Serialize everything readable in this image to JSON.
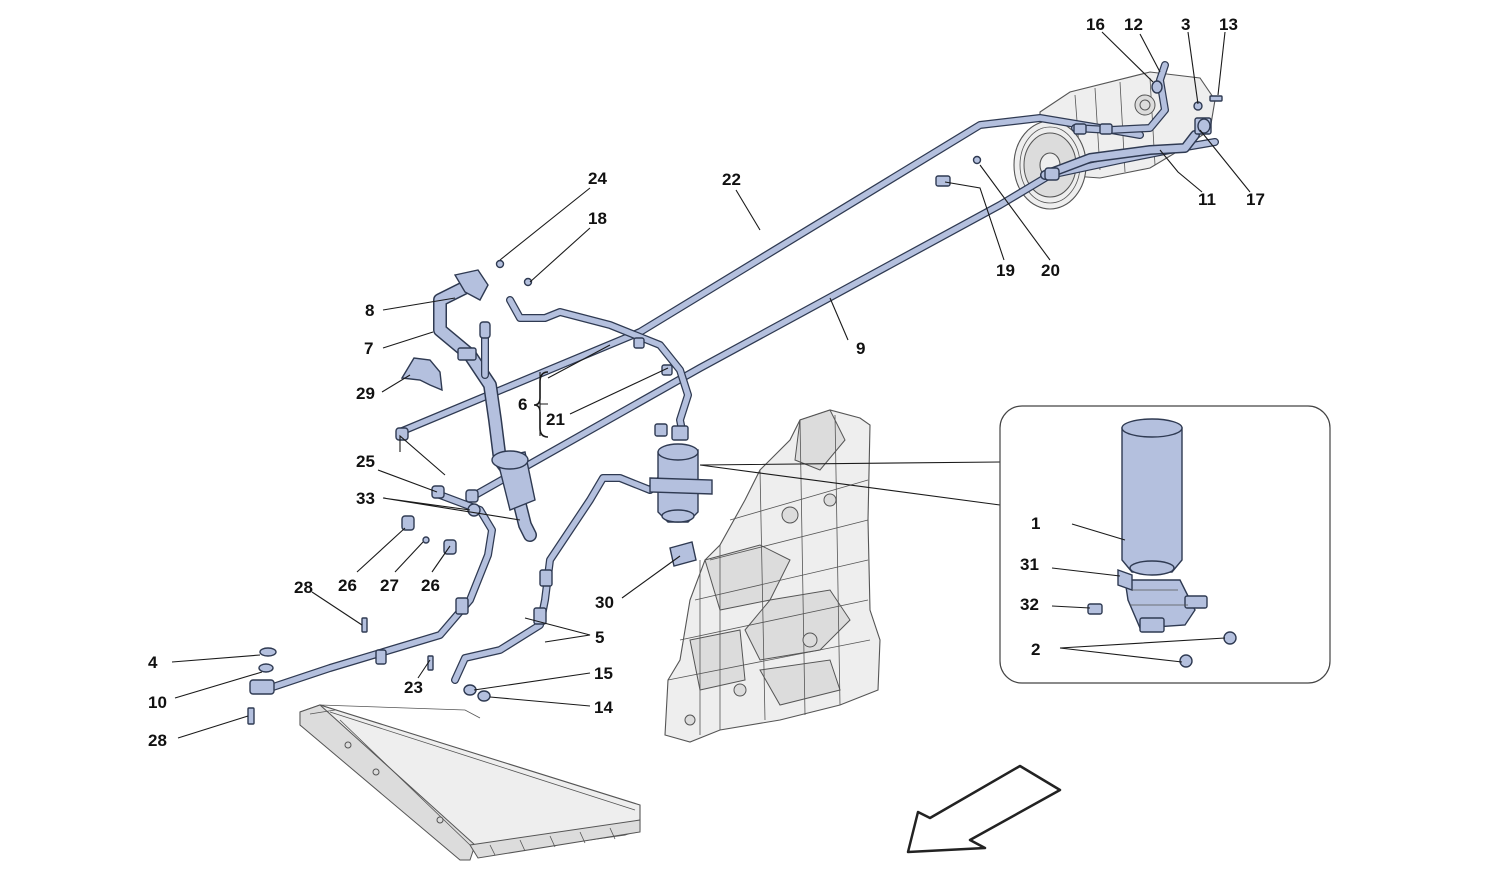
{
  "callouts": [
    {
      "id": "c1",
      "label": "1"
    },
    {
      "id": "c2",
      "label": "2"
    },
    {
      "id": "c3",
      "label": "3"
    },
    {
      "id": "c4",
      "label": "4"
    },
    {
      "id": "c5",
      "label": "5"
    },
    {
      "id": "c6",
      "label": "6"
    },
    {
      "id": "c7",
      "label": "7"
    },
    {
      "id": "c8",
      "label": "8"
    },
    {
      "id": "c9",
      "label": "9"
    },
    {
      "id": "c10",
      "label": "10"
    },
    {
      "id": "c11",
      "label": "11"
    },
    {
      "id": "c12",
      "label": "12"
    },
    {
      "id": "c13",
      "label": "13"
    },
    {
      "id": "c14",
      "label": "14"
    },
    {
      "id": "c15",
      "label": "15"
    },
    {
      "id": "c16",
      "label": "16"
    },
    {
      "id": "c17",
      "label": "17"
    },
    {
      "id": "c18",
      "label": "18"
    },
    {
      "id": "c19",
      "label": "19"
    },
    {
      "id": "c20",
      "label": "20"
    },
    {
      "id": "c21",
      "label": "21"
    },
    {
      "id": "c22",
      "label": "22"
    },
    {
      "id": "c23",
      "label": "23"
    },
    {
      "id": "c24",
      "label": "24"
    },
    {
      "id": "c25",
      "label": "25"
    },
    {
      "id": "c26a",
      "label": "26"
    },
    {
      "id": "c26b",
      "label": "26"
    },
    {
      "id": "c27",
      "label": "27"
    },
    {
      "id": "c28a",
      "label": "28"
    },
    {
      "id": "c28b",
      "label": "28"
    },
    {
      "id": "c29",
      "label": "29"
    },
    {
      "id": "c30",
      "label": "30"
    },
    {
      "id": "c31",
      "label": "31"
    },
    {
      "id": "c32",
      "label": "32"
    },
    {
      "id": "c33",
      "label": "33"
    }
  ],
  "colors": {
    "part_fill": "#b4c0de",
    "part_outline": "#2f3a52",
    "background_part": "#eeeeee",
    "label": "#111111"
  },
  "icons": {
    "orientation": "direction-arrow-icon"
  }
}
